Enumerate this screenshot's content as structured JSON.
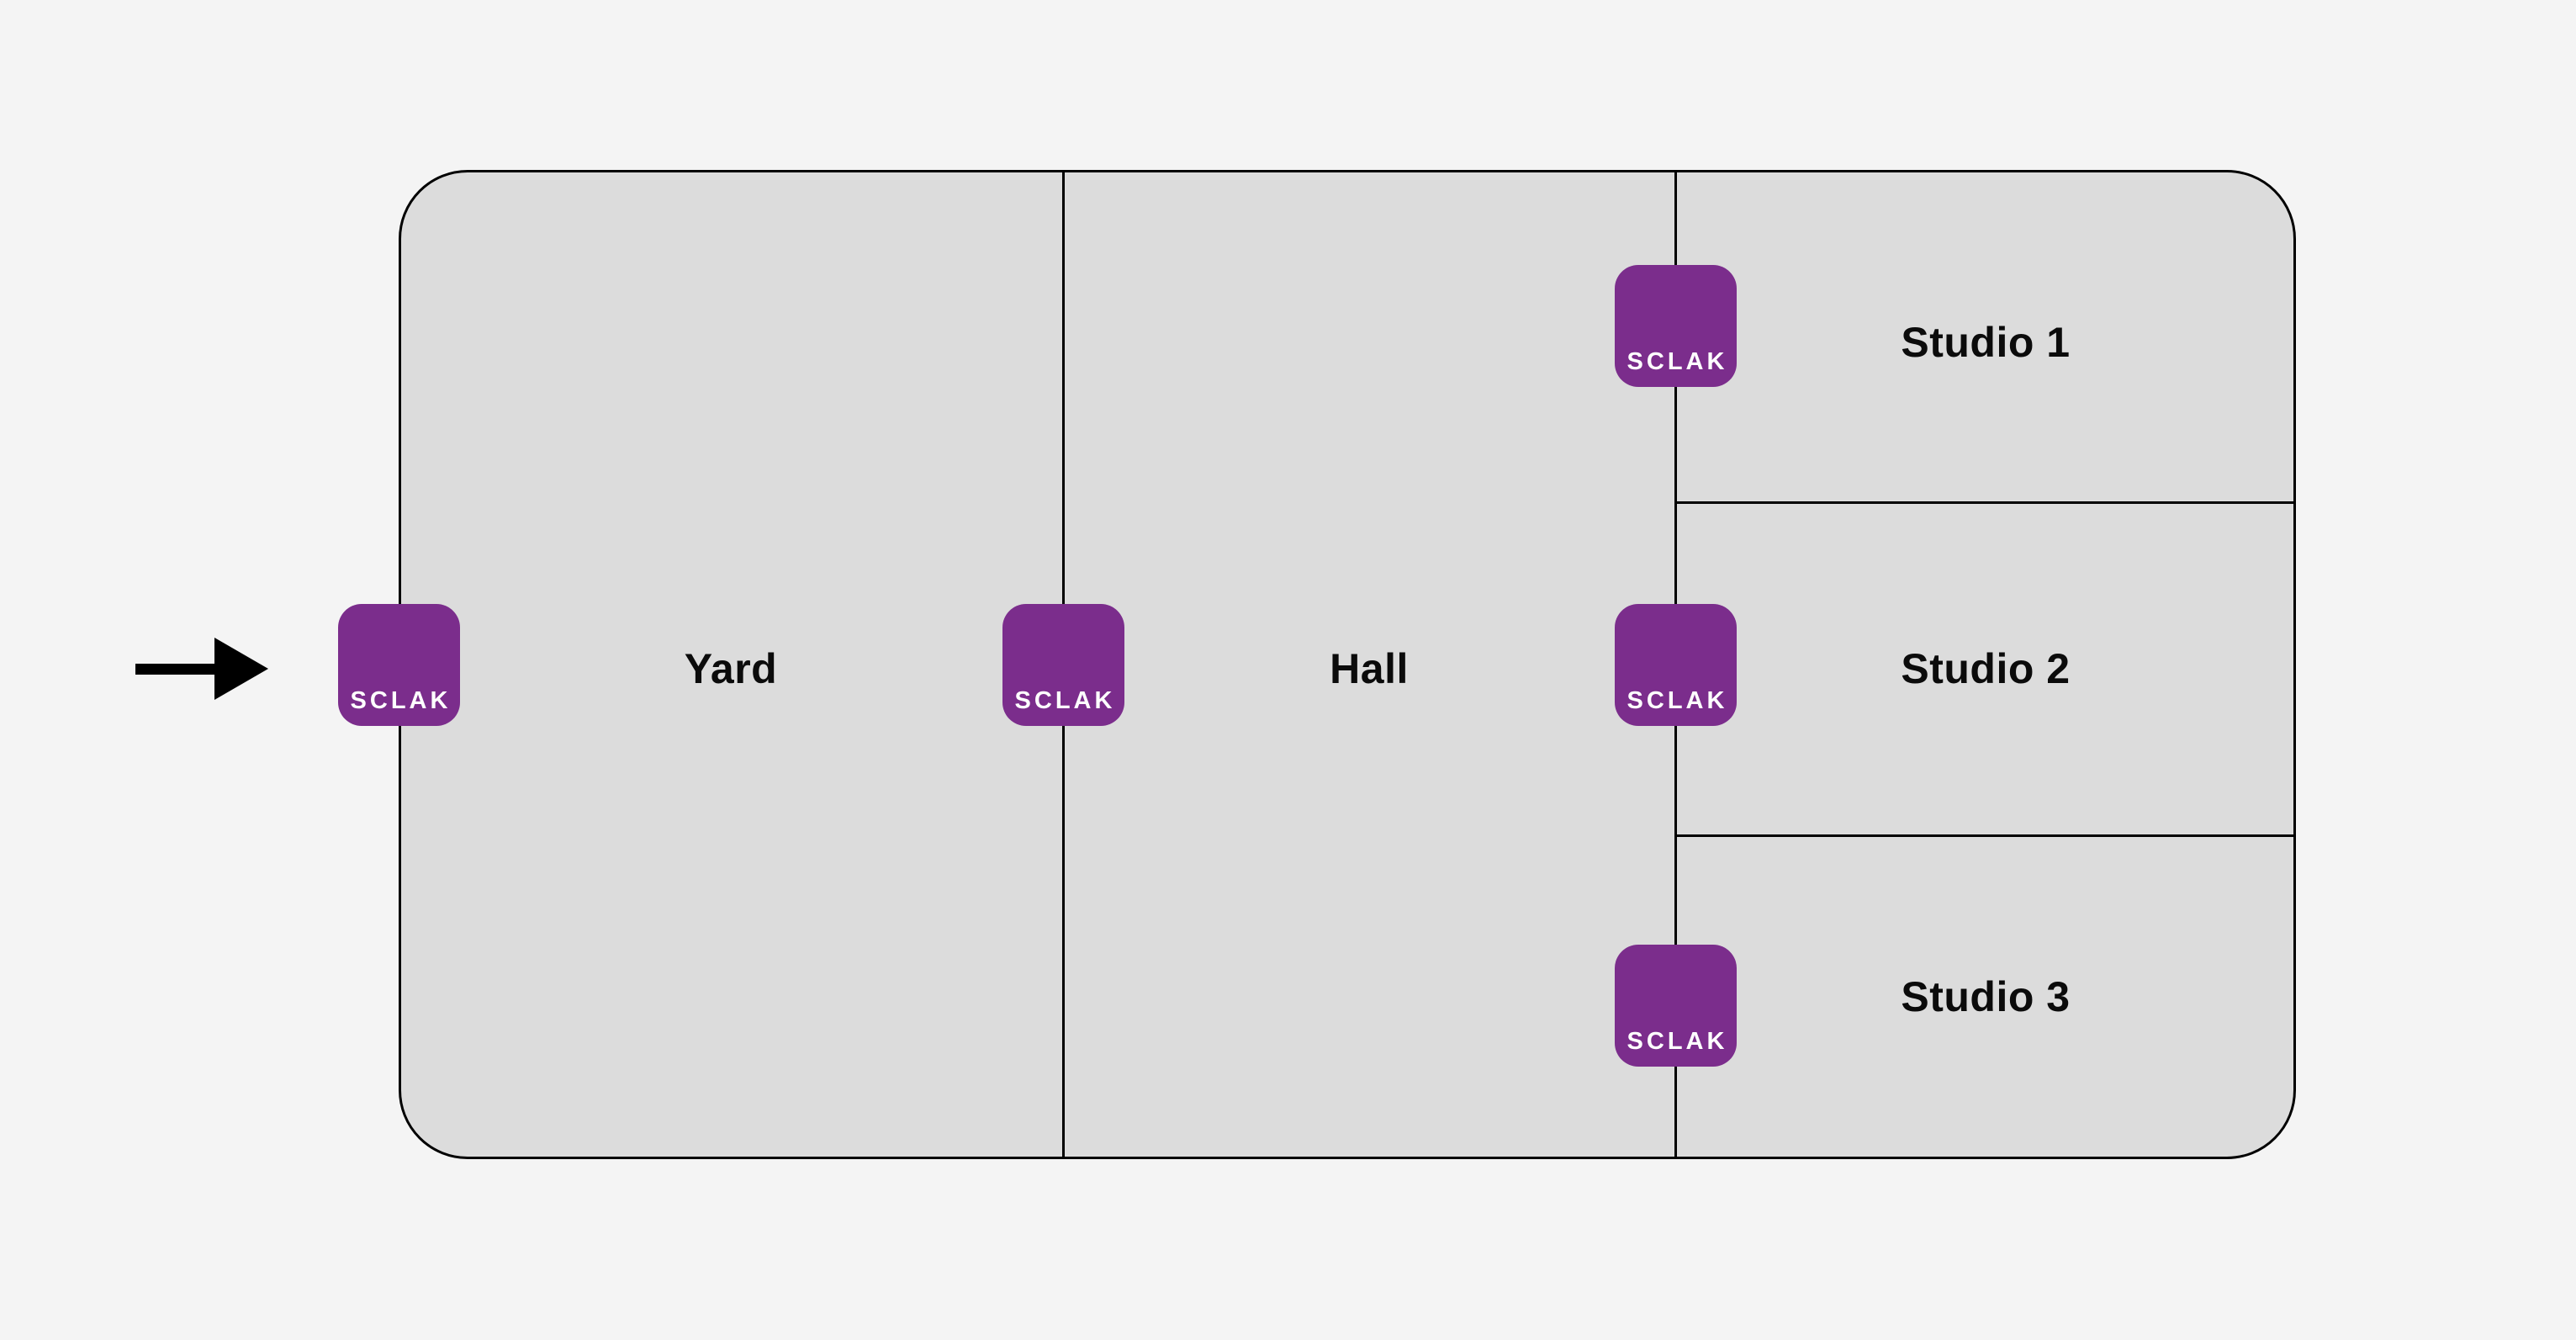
{
  "floor_plan": {
    "rooms": [
      {
        "name": "yard",
        "label": "Yard"
      },
      {
        "name": "hall",
        "label": "Hall"
      },
      {
        "name": "studio-1",
        "label": "Studio 1"
      },
      {
        "name": "studio-2",
        "label": "Studio 2"
      },
      {
        "name": "studio-3",
        "label": "Studio 3"
      }
    ],
    "devices": [
      {
        "name": "entrance",
        "label": "SCLAK"
      },
      {
        "name": "yard-hall",
        "label": "SCLAK"
      },
      {
        "name": "studio-1",
        "label": "SCLAK"
      },
      {
        "name": "hall-studio-2",
        "label": "SCLAK"
      },
      {
        "name": "studio-3",
        "label": "SCLAK"
      }
    ],
    "icons": {
      "entrance": "arrow-right-icon"
    },
    "colors": {
      "background": "#F4F4F4",
      "room_fill": "#DCDCDC",
      "wall": "#000000",
      "device": "#7B2D8C",
      "device_text": "#FFFFFF",
      "label_text": "#0B0B0B"
    }
  }
}
